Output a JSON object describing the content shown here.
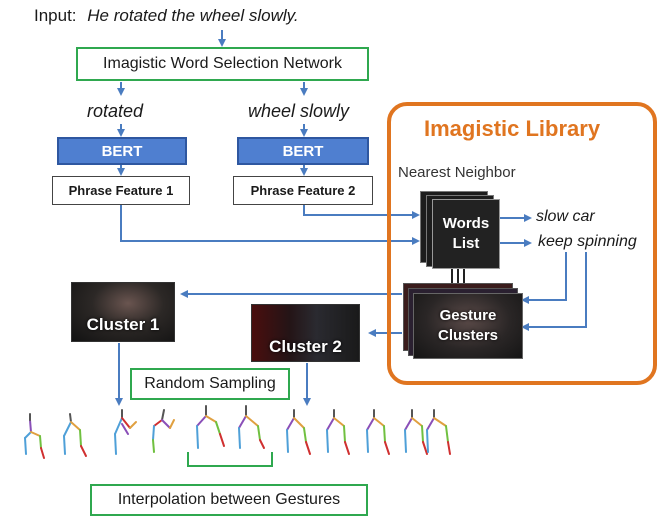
{
  "input": {
    "label": "Input:",
    "sentence": "He rotated the wheel slowly."
  },
  "selection_network": "Imagistic Word Selection Network",
  "branches": [
    {
      "word": "rotated",
      "bert": "BERT",
      "feature": "Phrase Feature 1"
    },
    {
      "word": "wheel slowly",
      "bert": "BERT",
      "feature": "Phrase Feature 2"
    }
  ],
  "library": {
    "title": "Imagistic Library",
    "nearest_neighbor": "Nearest Neighbor",
    "words_list": [
      "Words",
      "List"
    ],
    "results": [
      "slow car",
      "keep spinning"
    ],
    "gesture_clusters": [
      "Gesture",
      "Clusters"
    ]
  },
  "clusters": [
    "Cluster 1",
    "Cluster 2"
  ],
  "random_sampling": "Random Sampling",
  "interpolation": "Interpolation between Gestures",
  "colors": {
    "green": "#2fa84f",
    "blue": "#4f7fd0",
    "orange": "#e07520",
    "arrow": "#4a7cc0"
  }
}
